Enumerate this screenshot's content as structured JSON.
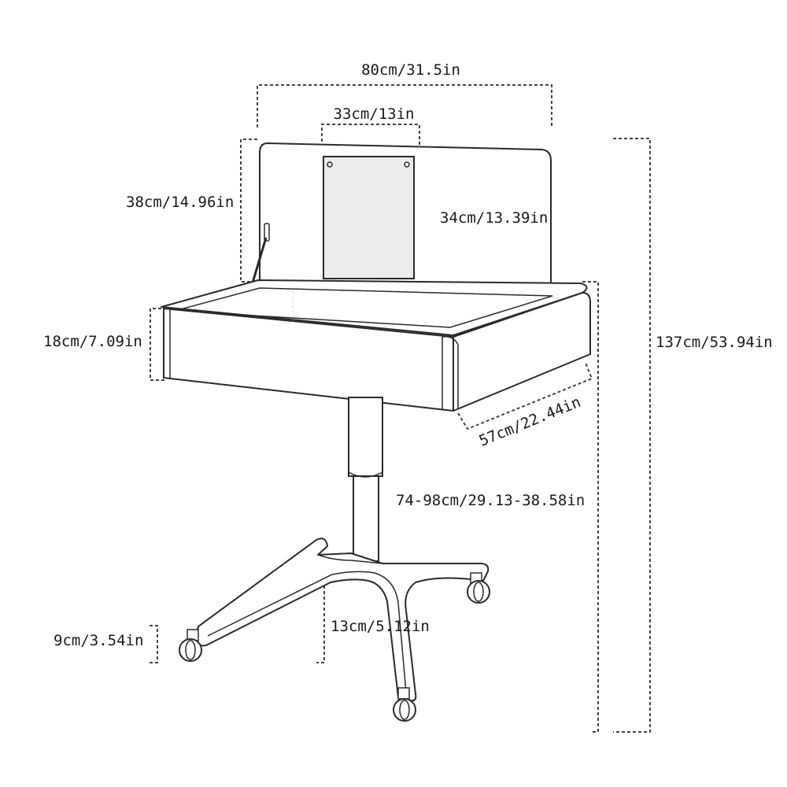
{
  "dimensions": {
    "total_width": "80cm/31.5in",
    "mirror_width": "33cm/13in",
    "mirror_height": "34cm/13.39in",
    "lid_height": "38cm/14.96in",
    "box_height": "18cm/7.09in",
    "total_height": "137cm/53.94in",
    "depth": "57cm/22.44in",
    "adjustable_height": "74-98cm/29.13-38.58in",
    "base_height": "13cm/5.12in",
    "wheel_height": "9cm/3.54in"
  }
}
